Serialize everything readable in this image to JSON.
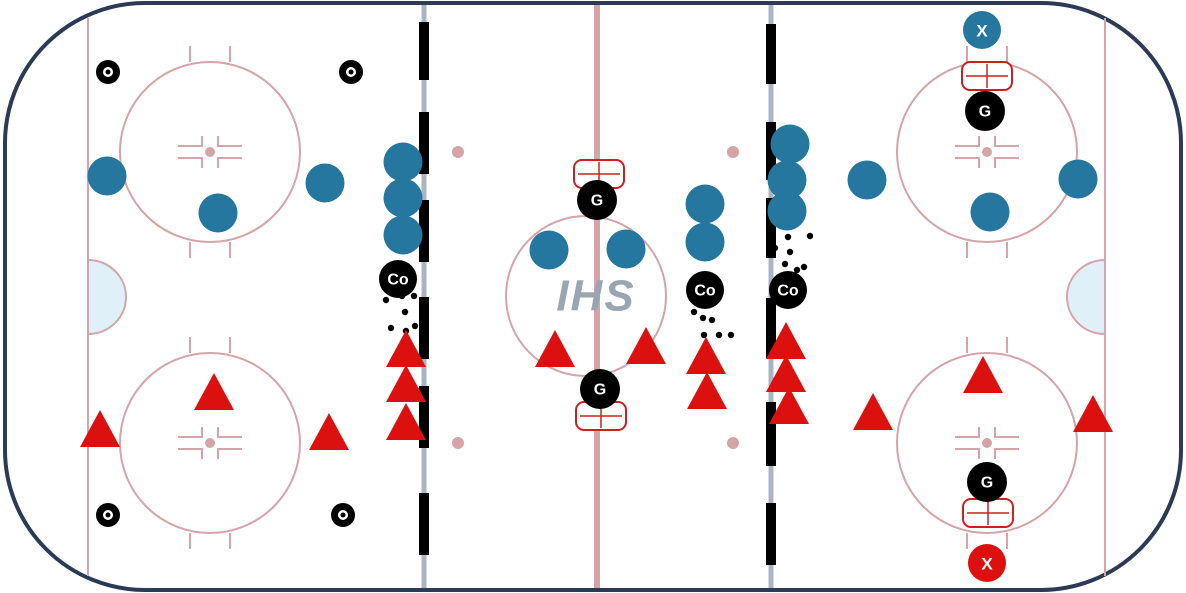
{
  "rink": {
    "logo_text": "IHS",
    "colors": {
      "boards": "#2b3a55",
      "red_line": "#d4a4a8",
      "blue_line": "#a9b5c3",
      "ice": "#ffffff",
      "crease": "#dff0f8",
      "logo": "#9aa5b1",
      "player_blue": "#2677a0",
      "player_red": "#dd1010",
      "marker": "#000000",
      "goal_red": "#cc2020"
    }
  },
  "symbols": {
    "goalie_label": "G",
    "coach_label": "Co",
    "x_label": "X"
  }
}
